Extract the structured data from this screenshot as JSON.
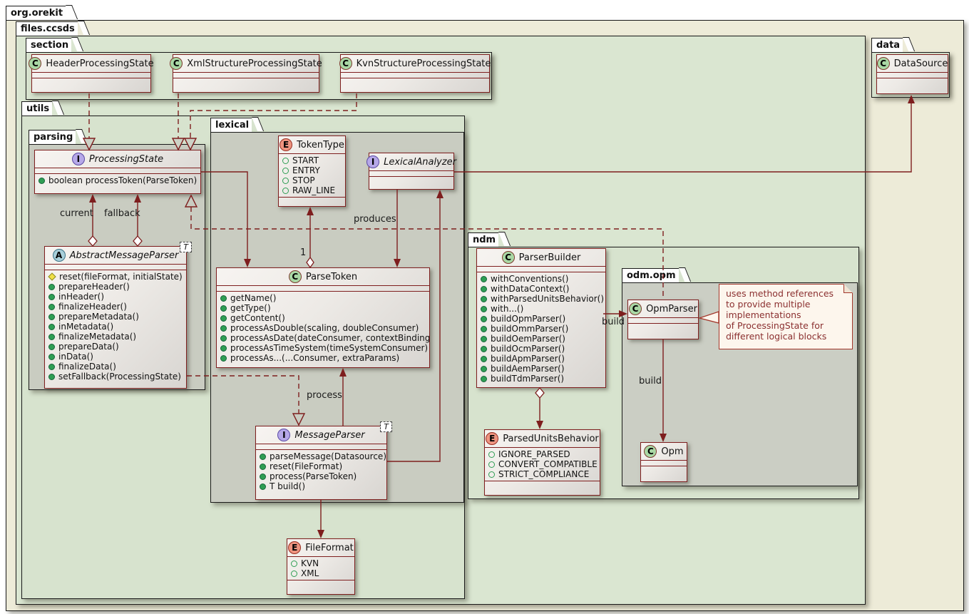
{
  "packages": {
    "org_orekit": "org.orekit",
    "files_ccsds": "files.ccsds",
    "section": "section",
    "data": "data",
    "utils": "utils",
    "parsing": "parsing",
    "lexical": "lexical",
    "ndm": "ndm",
    "odm_opm": "odm.opm"
  },
  "classes": {
    "header_ps": {
      "icon": "C",
      "name": "HeaderProcessingState"
    },
    "xml_ps": {
      "icon": "C",
      "name": "XmlStructureProcessingState"
    },
    "kvn_ps": {
      "icon": "C",
      "name": "KvnStructureProcessingState"
    },
    "data_source": {
      "icon": "C",
      "name": "DataSource"
    },
    "processing_state": {
      "icon": "I",
      "name": "ProcessingState",
      "methods": [
        {
          "v": "pub",
          "t": "boolean processToken(ParseToken)"
        }
      ]
    },
    "abstract_message_parser": {
      "icon": "A",
      "name": "AbstractMessageParser",
      "generic": "T",
      "methods": [
        {
          "v": "prot",
          "t": "reset(fileFormat, initialState)"
        },
        {
          "v": "pub",
          "t": "prepareHeader()"
        },
        {
          "v": "pub",
          "t": "inHeader()"
        },
        {
          "v": "pub",
          "t": "finalizeHeader()"
        },
        {
          "v": "pub",
          "t": "prepareMetadata()"
        },
        {
          "v": "pub",
          "t": "inMetadata()"
        },
        {
          "v": "pub",
          "t": "finalizeMetadata()"
        },
        {
          "v": "pub",
          "t": "prepareData()"
        },
        {
          "v": "pub",
          "t": "inData()"
        },
        {
          "v": "pub",
          "t": "finalizeData()"
        },
        {
          "v": "pub",
          "t": "setFallback(ProcessingState)"
        }
      ]
    },
    "token_type": {
      "icon": "E",
      "name": "TokenType",
      "values": [
        {
          "v": "const",
          "t": "START"
        },
        {
          "v": "const",
          "t": "ENTRY"
        },
        {
          "v": "const",
          "t": "STOP"
        },
        {
          "v": "const",
          "t": "RAW_LINE"
        }
      ]
    },
    "lexical_analyzer": {
      "icon": "I",
      "name": "LexicalAnalyzer"
    },
    "parse_token": {
      "icon": "C",
      "name": "ParseToken",
      "methods": [
        {
          "v": "pub",
          "t": "getName()"
        },
        {
          "v": "pub",
          "t": "getType()"
        },
        {
          "v": "pub",
          "t": "getContent()"
        },
        {
          "v": "pub",
          "t": "processAsDouble(scaling, doubleConsumer)"
        },
        {
          "v": "pub",
          "t": "processAsDate(dateConsumer, contextBinding)"
        },
        {
          "v": "pub",
          "t": "processAsTimeSystem(timeSystemConsumer)"
        },
        {
          "v": "pub",
          "t": "processAs...(...Consumer, extraParams)"
        }
      ]
    },
    "message_parser": {
      "icon": "I",
      "name": "MessageParser",
      "generic": "T",
      "methods": [
        {
          "v": "pub",
          "t": "parseMessage(Datasource)"
        },
        {
          "v": "pub",
          "t": "reset(FileFormat)"
        },
        {
          "v": "pub",
          "t": "process(ParseToken)"
        },
        {
          "v": "pub",
          "t": "T build()"
        }
      ]
    },
    "file_format": {
      "icon": "E",
      "name": "FileFormat",
      "values": [
        {
          "v": "const",
          "t": "KVN"
        },
        {
          "v": "const",
          "t": "XML"
        }
      ]
    },
    "parser_builder": {
      "icon": "C",
      "name": "ParserBuilder",
      "methods": [
        {
          "v": "pub",
          "t": "withConventions()"
        },
        {
          "v": "pub",
          "t": "withDataContext()"
        },
        {
          "v": "pub",
          "t": "withParsedUnitsBehavior()"
        },
        {
          "v": "pub",
          "t": "with...()"
        },
        {
          "v": "pub",
          "t": "buildOpmParser()"
        },
        {
          "v": "pub",
          "t": "buildOmmParser()"
        },
        {
          "v": "pub",
          "t": "buildOemParser()"
        },
        {
          "v": "pub",
          "t": "buildOcmParser()"
        },
        {
          "v": "pub",
          "t": "buildApmParser()"
        },
        {
          "v": "pub",
          "t": "buildAemParser()"
        },
        {
          "v": "pub",
          "t": "buildTdmParser()"
        }
      ]
    },
    "parsed_units_behavior": {
      "icon": "E",
      "name": "ParsedUnitsBehavior",
      "values": [
        {
          "v": "const",
          "t": "IGNORE_PARSED"
        },
        {
          "v": "const",
          "t": "CONVERT_COMPATIBLE"
        },
        {
          "v": "const",
          "t": "STRICT_COMPLIANCE"
        }
      ]
    },
    "opm_parser": {
      "icon": "C",
      "name": "OpmParser"
    },
    "opm": {
      "icon": "C",
      "name": "Opm"
    }
  },
  "labels": {
    "current": "current",
    "fallback": "fallback",
    "produces": "produces",
    "process": "process",
    "build_parser": "build",
    "build_opm": "build",
    "token_multiplicity": "1"
  },
  "note": {
    "text": "uses method references\nto provide multiple\nimplementations\nof ProcessingState for\ndifferent logical blocks"
  },
  "colors": {
    "class_border": "#7E1E1E",
    "edge": "#7E1E1E",
    "package_green": "#DAE6D1",
    "package_gray": "#C9CCC1",
    "outer_cream": "#EDEBD8",
    "note_bg": "#FDF6ED",
    "note_text": "#8B3030"
  }
}
